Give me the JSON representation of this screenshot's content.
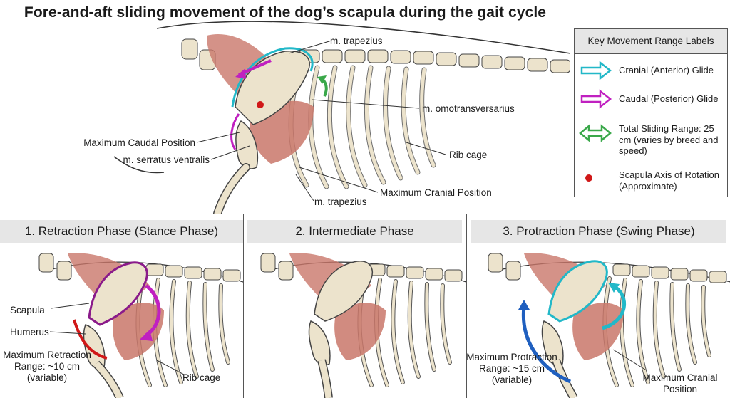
{
  "title": "Fore-and-aft sliding movement of the dog’s scapula during the gait cycle",
  "main_labels": {
    "trapezius_top": "m. trapezius",
    "omotransversarius": "m. omotransversarius",
    "max_caudal": "Maximum Caudal Position",
    "serratus": "m. serratus ventralis",
    "rib_cage": "Rib cage",
    "max_cranial": "Maximum Cranial Position",
    "trapezius_bottom": "m. trapezius"
  },
  "key": {
    "header": "Key Movement Range Labels",
    "items": [
      {
        "label": "Cranial (Anterior) Glide",
        "color": "#22b8c8",
        "icon": "right-arrow-icon"
      },
      {
        "label": "Caudal (Posterior) Glide",
        "color": "#c020c0",
        "icon": "right-arrow-icon"
      },
      {
        "label": "Total Sliding Range: 25 cm (varies by breed and speed)",
        "color": "#3aa84a",
        "icon": "double-arrow-icon"
      },
      {
        "label": "Scapula Axis of Rotation (Approximate)",
        "color": "#d01818",
        "icon": "red-dot-icon"
      }
    ]
  },
  "panels": [
    {
      "title": "1. Retraction Phase (Stance Phase)",
      "labels": {
        "scapula": "Scapula",
        "humerus": "Humerus",
        "range": "Maximum Retraction Range: ~10 cm (variable)",
        "rib_cage": "Rib cage"
      }
    },
    {
      "title": "2. Intermediate Phase"
    },
    {
      "title": "3. Protraction Phase (Swing Phase)",
      "labels": {
        "range": "Maximum Protraction Range: ~15 cm (variable)",
        "max_cranial": "Maximum Cranial Position"
      }
    }
  ],
  "colors": {
    "cranial": "#22b8c8",
    "caudal": "#c020c0",
    "total": "#3aa84a",
    "axis": "#d01818",
    "protraction_arrow": "#1f5fbf",
    "retraction_bracket": "#d01818",
    "muscle": "#c9776a",
    "bone": "#ece3cc"
  }
}
